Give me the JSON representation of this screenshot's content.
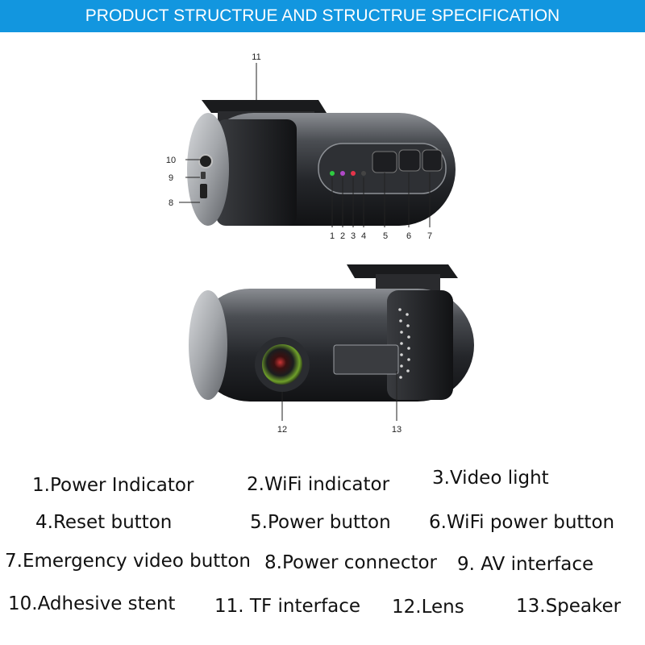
{
  "banner": {
    "title": "PRODUCT STRUCTRUE AND STRUCTRUE SPECIFICATION",
    "color": "#1296df"
  },
  "callouts": {
    "c1": "1",
    "c2": "2",
    "c3": "3",
    "c4": "4",
    "c5": "5",
    "c6": "6",
    "c7": "7",
    "c8": "8",
    "c9": "9",
    "c10": "10",
    "c11": "11",
    "c12": "12",
    "c13": "13"
  },
  "indicator_colors": [
    "#2ecc40",
    "#b048c8",
    "#e5344a",
    "#444444"
  ],
  "legend": [
    "1.Power Indicator",
    "2.WiFi indicator",
    "3.Video light",
    "4.Reset button",
    "5.Power button",
    "6.WiFi power button",
    "7.Emergency video button",
    "8.Power connector",
    "9. AV interface",
    "10.Adhesive stent",
    "11. TF interface",
    "12.Lens",
    "13.Speaker"
  ]
}
